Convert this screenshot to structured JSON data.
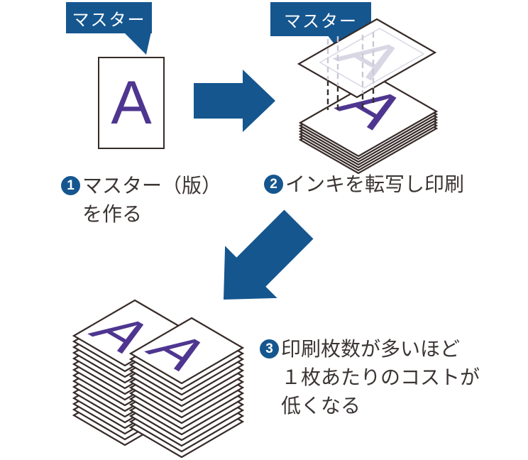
{
  "colors": {
    "blue": "#15568f",
    "purple": "#4e3690",
    "outline": "#362b28",
    "text": "#3b3533",
    "light_letter": "#d9d7e4",
    "dash_light": "#cbc9d6",
    "dash_dark": "#35302e"
  },
  "letter": "A",
  "bubbles": [
    {
      "label": "マスター"
    },
    {
      "label": "マスター"
    }
  ],
  "steps": [
    {
      "number": "1",
      "lines": [
        "マスター（版）",
        "を作る"
      ]
    },
    {
      "number": "2",
      "lines": [
        "インキを転写し印刷"
      ]
    },
    {
      "number": "3",
      "lines": [
        "印刷枚数が多いほど",
        "１枚あたりのコストが",
        "低くなる"
      ]
    }
  ]
}
